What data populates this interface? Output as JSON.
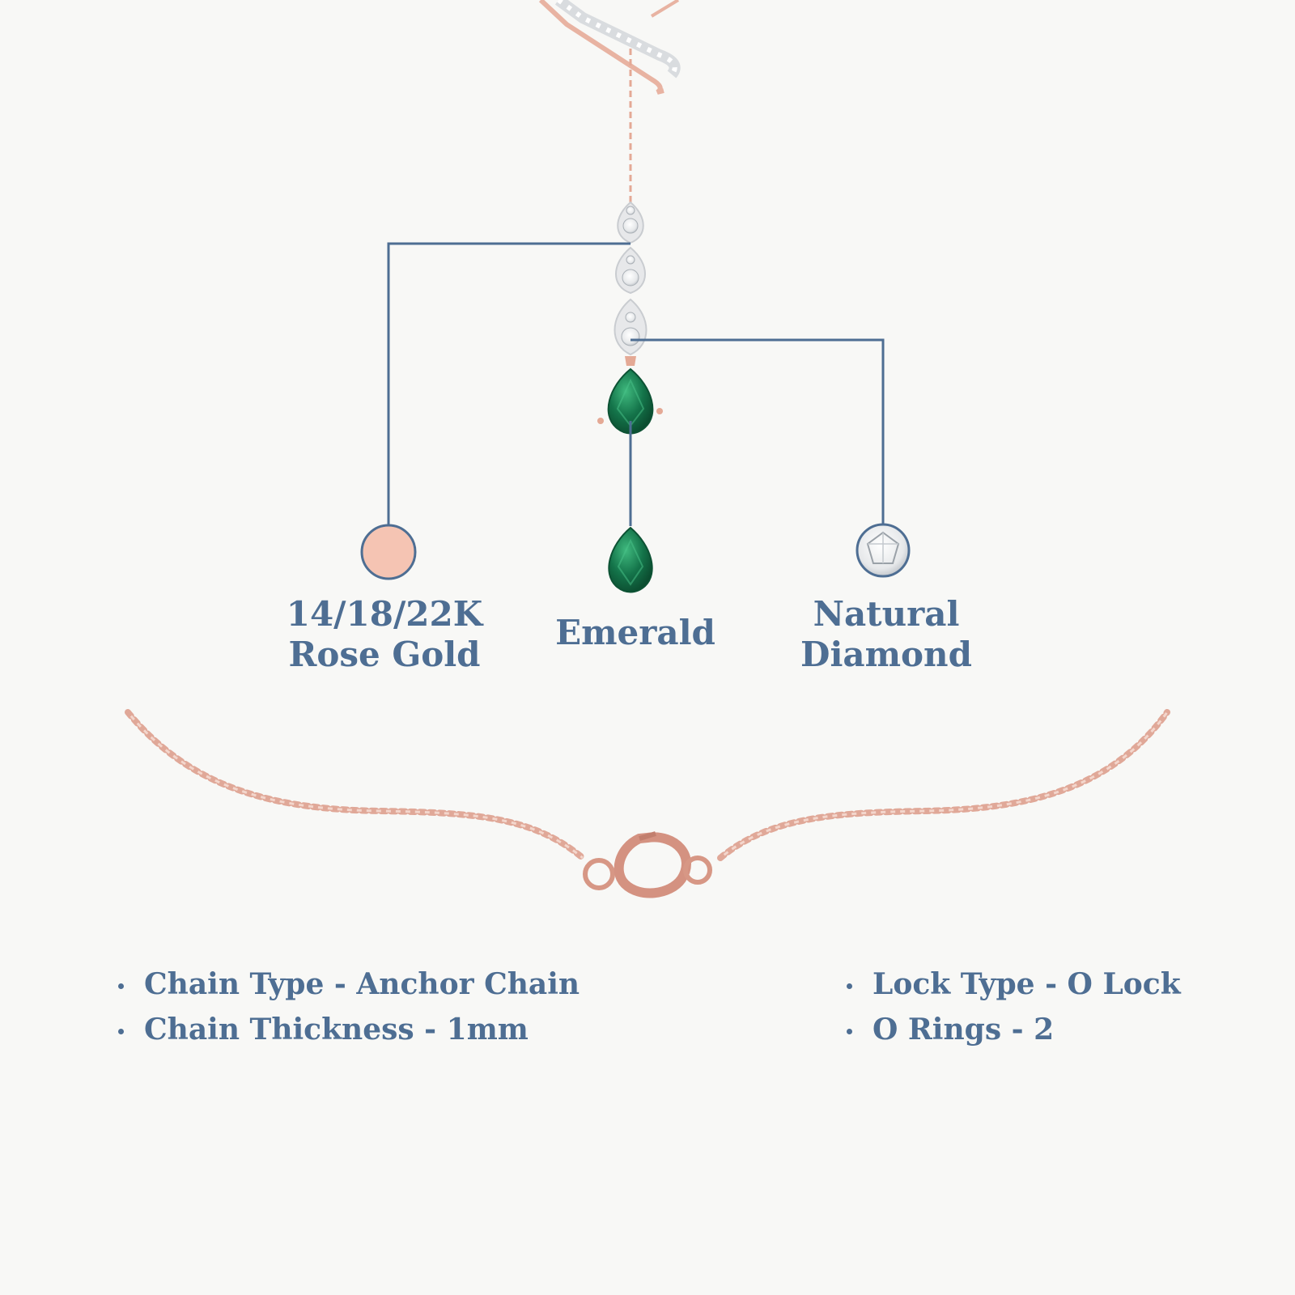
{
  "colors": {
    "background": "#f8f8f6",
    "text": "#4e6e93",
    "callout_line": "#4e6e93",
    "rose_gold": "#f5c4b3",
    "chain": "#e0a898",
    "emerald": "#1a7a4e"
  },
  "callouts": {
    "metal": {
      "line1": "14/18/22K",
      "line2": "Rose Gold",
      "swatch": "rose-gold-swatch"
    },
    "gemstone": {
      "label": "Emerald",
      "swatch": "emerald-icon"
    },
    "diamond": {
      "line1": "Natural",
      "line2": "Diamond",
      "swatch": "diamond-icon"
    }
  },
  "specs": {
    "left": [
      "Chain Type - Anchor Chain",
      "Chain Thickness - 1mm"
    ],
    "right": [
      "Lock Type - O Lock",
      "O Rings - 2"
    ]
  }
}
